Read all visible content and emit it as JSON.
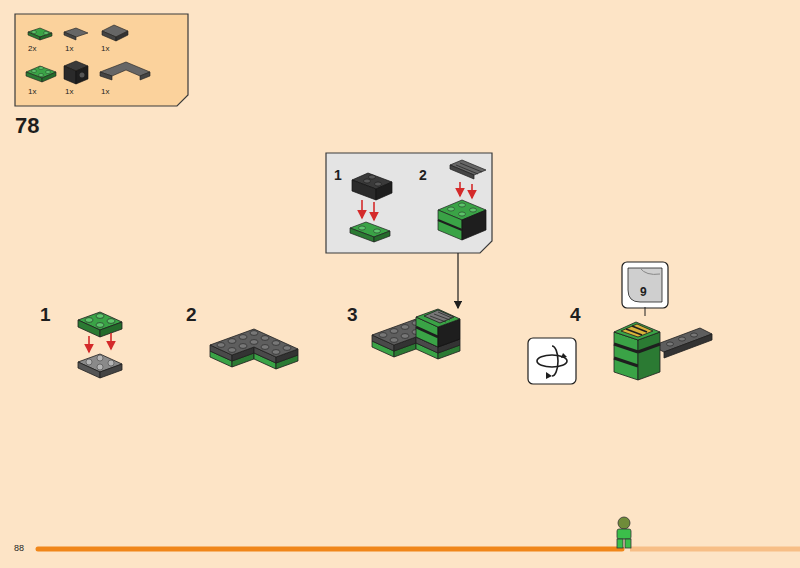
{
  "diagram": {
    "labels": [
      "2x",
      "1x",
      "1x",
      "1x",
      "1x",
      "1x",
      "78",
      "1",
      "2",
      "1",
      "2",
      "3",
      "4",
      "9",
      "88"
    ]
  }
}
